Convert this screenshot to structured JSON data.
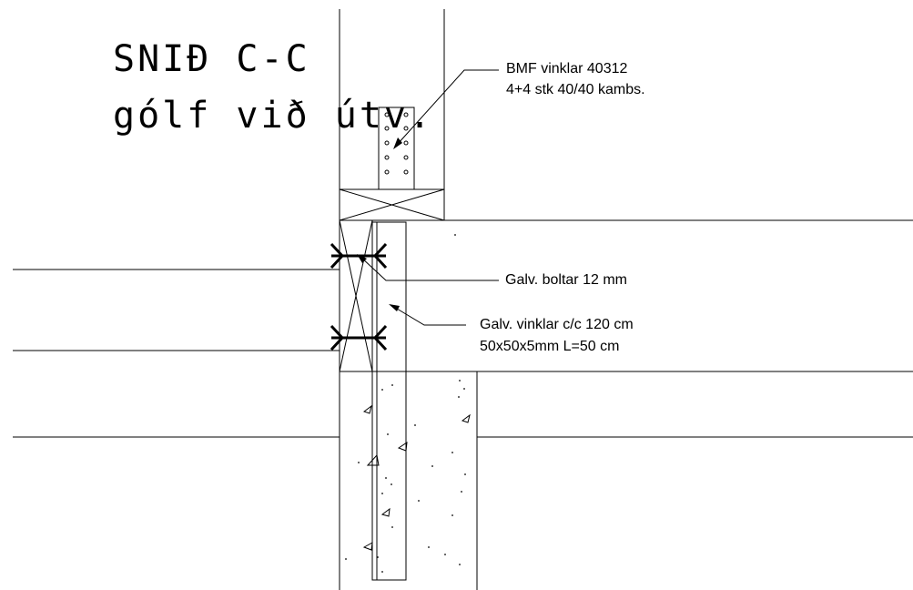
{
  "title": {
    "line1": "SNIÐ C-C",
    "line2": "gólf við útv."
  },
  "annotations": {
    "bracket_top": {
      "line1": "BMF vinklar 40312",
      "line2": "4+4 stk 40/40 kambs."
    },
    "bolts": {
      "line1": "Galv. boltar 12 mm"
    },
    "angle": {
      "line1": "Galv. vinklar c/c 120 cm",
      "line2": "50x50x5mm L=50 cm"
    }
  },
  "colors": {
    "ink": "#000000",
    "paper": "#ffffff"
  }
}
